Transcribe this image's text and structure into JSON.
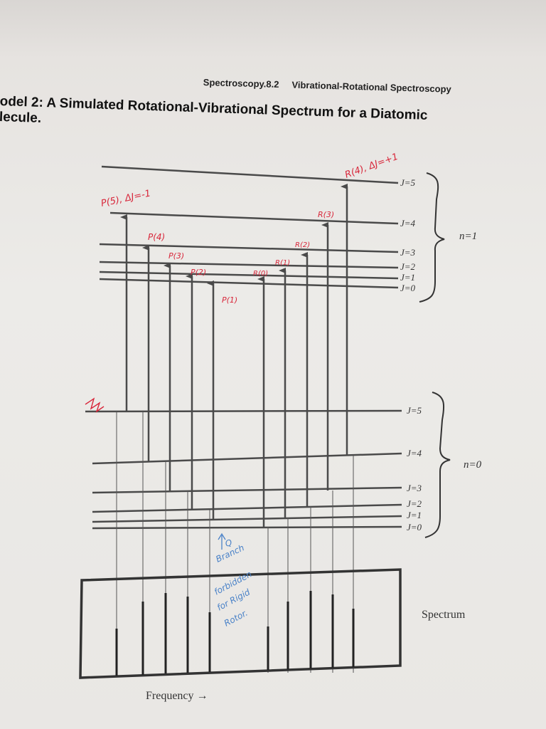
{
  "header": {
    "section": "Spectroscopy.8.2",
    "chapter": "Vibrational-Rotational Spectroscopy"
  },
  "title": {
    "line1": "odel 2: A Simulated Rotational-Vibrational Spectrum for a Diatomic",
    "line2": "lecule."
  },
  "upper_state": {
    "label": "n=1",
    "levels": [
      "J=5",
      "J=4",
      "J=3",
      "J=2",
      "J=1",
      "J=0"
    ]
  },
  "lower_state": {
    "label": "n=0",
    "levels": [
      "J=5",
      "J=4",
      "J=3",
      "J=2",
      "J=1",
      "J=0"
    ]
  },
  "spectrum": {
    "label": "Spectrum",
    "axis_label": "Frequency →"
  },
  "annotations": {
    "p5": "P(5), ΔJ=-1",
    "p4": "P(4)",
    "p3": "P(3)",
    "p2": "P(2)",
    "p1": "P(1)",
    "r0": "R(0)",
    "r1": "R(1)",
    "r2": "R(2)",
    "r3": "R(3)",
    "r4": "R(4), ΔJ=+1",
    "q_branch_1": "Q",
    "q_branch_2": "Branch",
    "q_branch_3": "forbidden",
    "q_branch_4": "for Rigid",
    "q_branch_5": "Rotor."
  },
  "colors": {
    "ink": "#4a4a4a",
    "red_pen": "#d8263a",
    "blue_pen": "#4a82c8"
  }
}
